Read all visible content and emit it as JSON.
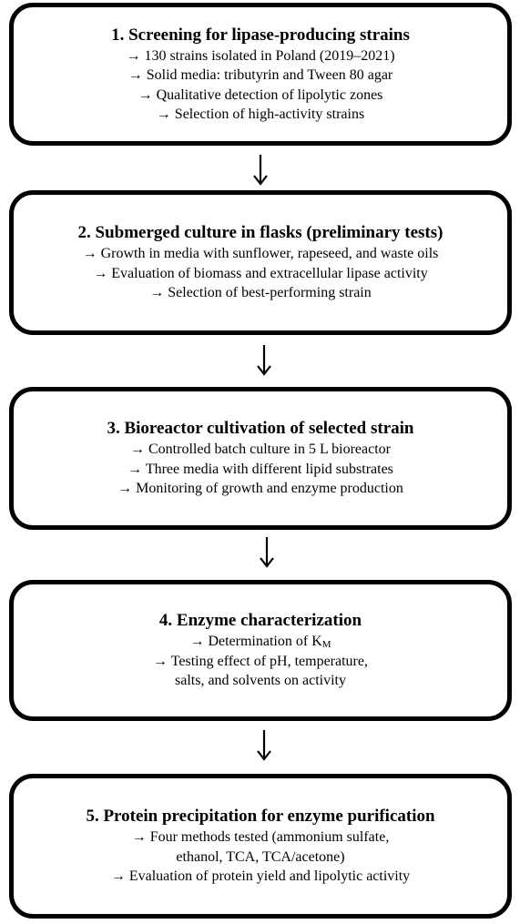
{
  "steps": [
    {
      "title": "1. Screening for lipase-producing strains",
      "lines": [
        "→ 130 strains isolated in Poland (2019–2021)",
        "→ Solid media: tributyrin and Tween 80 agar",
        "→ Qualitative detection of lipolytic zones",
        "→ Selection of high-activity strains"
      ]
    },
    {
      "title": "2. Submerged culture in flasks (preliminary tests)",
      "lines": [
        "→ Growth in media with sunflower, rapeseed, and waste oils",
        "→ Evaluation of biomass and extracellular lipase activity",
        "→ Selection of best-performing strain"
      ]
    },
    {
      "title": "3. Bioreactor cultivation of selected strain",
      "lines": [
        "→ Controlled batch culture in 5 L bioreactor",
        "→ Three media with different lipid substrates",
        "→ Monitoring of growth and enzyme production"
      ]
    },
    {
      "title": "4. Enzyme characterization",
      "km_prefix": "→ Determination of K",
      "km_subscript": "M",
      "lines": [
        "→ Testing effect of pH, temperature,",
        "salts, and solvents on activity"
      ]
    },
    {
      "title": "5. Protein precipitation for enzyme purification",
      "lines": [
        "→ Four methods tested (ammonium sulfate,",
        "ethanol, TCA, TCA/acetone)",
        "→ Evaluation of protein yield and lipolytic activity"
      ]
    }
  ],
  "colors": {
    "border": "#000000",
    "background": "#ffffff",
    "text": "#000000"
  },
  "connector_icon": "down-arrow-icon"
}
